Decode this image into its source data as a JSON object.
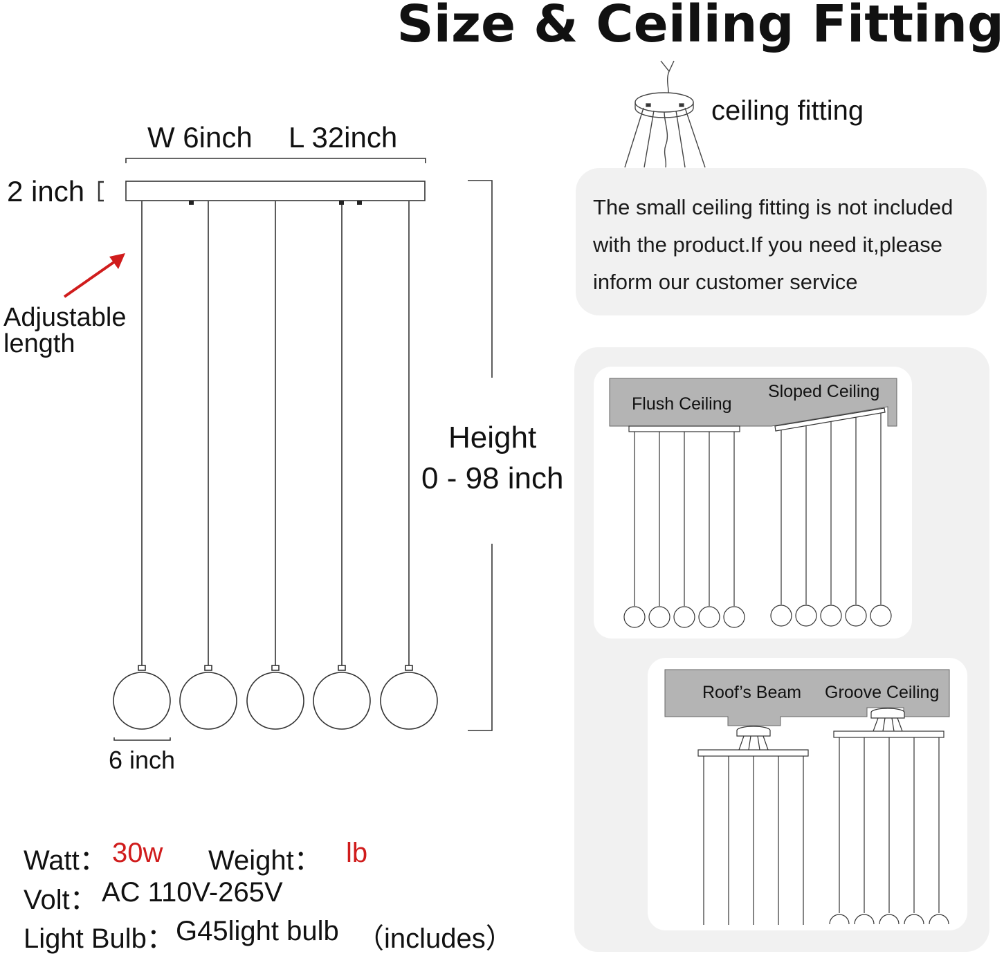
{
  "title": "Size & Ceiling Fitting",
  "dimensions": {
    "width": "W 6inch",
    "length": "L 32inch",
    "canopy_height": "2 inch",
    "adjustable_line1": "Adjustable",
    "adjustable_line2": "length",
    "height_label": "Height",
    "height_range": "0 - 98 inch",
    "globe_size": "6 inch"
  },
  "ceiling_fitting": {
    "label": "ceiling fitting",
    "note": "The small ceiling fitting is not included with the product.If you need it,please inform our customer service"
  },
  "ceiling_types": {
    "flush": "Flush Ceiling",
    "sloped": "Sloped Ceiling",
    "beam": "Roof’s Beam",
    "groove": "Groove Ceiling"
  },
  "specs": {
    "watt_label": "Watt：",
    "watt_value": "30w",
    "weight_label": "Weight：",
    "weight_value": "lb",
    "volt_label": "Volt：",
    "volt_value": "AC 110V-265V",
    "bulb_label": "Light Bulb：",
    "bulb_value": "G45light bulb",
    "bulb_note": "（includes）"
  },
  "colors": {
    "accent_red": "#d01c1c",
    "panel_gray": "#f1f1f1",
    "ceiling_gray": "#b4b4b4",
    "line": "#333333"
  }
}
